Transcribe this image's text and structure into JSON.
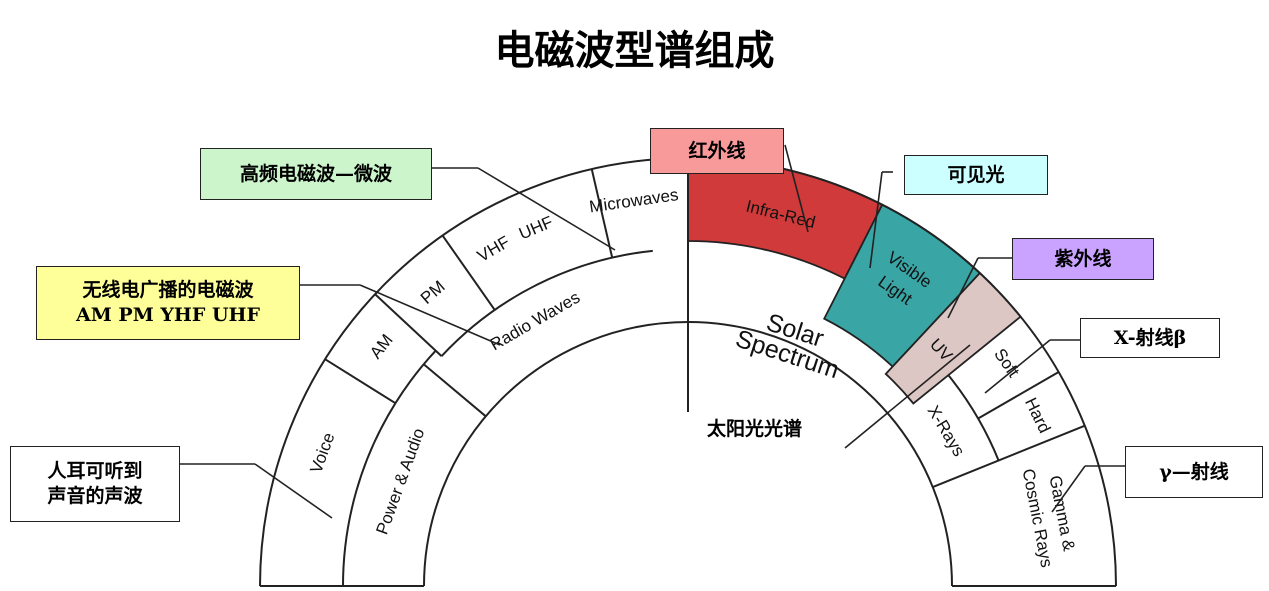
{
  "title": "电磁波型谱组成",
  "center_label": {
    "line1": "Solar",
    "line2": "Spectrum"
  },
  "center_caption": "太阳光光谱",
  "bands": {
    "outer": [
      {
        "key": "voice",
        "label": "Voice",
        "color": "#ffffff"
      },
      {
        "key": "am",
        "label": "AM",
        "color": "#ffffff"
      },
      {
        "key": "pm",
        "label": "PM",
        "color": "#ffffff"
      },
      {
        "key": "vhf",
        "label": "VHF",
        "color": "#ffffff"
      },
      {
        "key": "uhf",
        "label": "UHF",
        "color": "#ffffff"
      },
      {
        "key": "microwaves",
        "label": "Microwaves",
        "color": "#ffffff"
      },
      {
        "key": "infrared",
        "label": "Infra-Red",
        "color": "#d03a3a"
      },
      {
        "key": "visible_1",
        "label": "Visible",
        "color": "#3aa5a5"
      },
      {
        "key": "visible_2",
        "label": "Light",
        "color": "#3aa5a5"
      },
      {
        "key": "uv",
        "label": "UV",
        "color": "#dcc7c4"
      },
      {
        "key": "soft",
        "label": "Soft",
        "color": "#ffffff"
      },
      {
        "key": "hard",
        "label": "Hard",
        "color": "#ffffff"
      }
    ],
    "inner": [
      {
        "key": "power_audio",
        "label": "Power & Audio"
      },
      {
        "key": "radio_waves",
        "label": "Radio Waves"
      },
      {
        "key": "xrays",
        "label": "X-Rays"
      },
      {
        "key": "gamma_1",
        "label": "Gamma &"
      },
      {
        "key": "gamma_2",
        "label": "Cosmic Rays"
      }
    ]
  },
  "callouts": {
    "microwave": {
      "text": "高频电磁波—微波",
      "color": "#ccf5cc"
    },
    "radio": {
      "line1": "无线电广播的电磁波",
      "line2": "AM PM YHF UHF",
      "color": "#ffff99"
    },
    "audio": {
      "line1": "人耳可听到",
      "line2": "声音的声波",
      "color": "#ffffff"
    },
    "infrared": {
      "text": "红外线",
      "color": "#f99a9a"
    },
    "visible": {
      "text": "可见光",
      "color": "#ccffff"
    },
    "uv": {
      "text": "紫外线",
      "color": "#c9a3ff"
    },
    "xray": {
      "text": "X-射线β",
      "color": "#ffffff"
    },
    "gamma": {
      "text": "γ—射线",
      "color": "#ffffff"
    }
  }
}
